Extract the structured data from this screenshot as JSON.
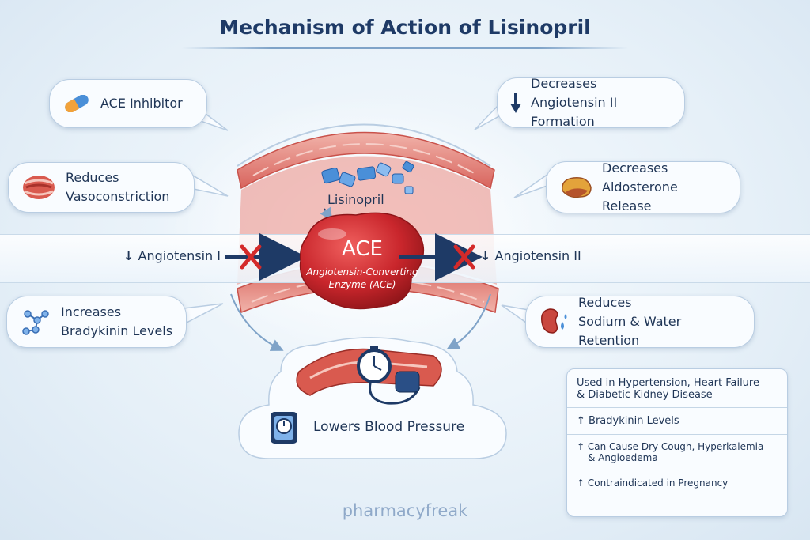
{
  "title": "Mechanism of Action of Lisinopril",
  "bubbles": {
    "ace_inhibitor": "ACE Inhibitor",
    "decreases_angio": {
      "line1": "Decreases",
      "line2": "Angiotensin II Formation"
    },
    "reduces_vaso": {
      "line1": "Reduces",
      "line2": "Vasoconstriction"
    },
    "decreases_aldo": {
      "line1": "Decreases",
      "line2": "Aldosterone Release"
    },
    "increases_brady": {
      "line1": "Increases",
      "line2": "Bradykinin Levels"
    },
    "reduces_sodium": {
      "line1": "Reduces",
      "line2": "Sodium & Water Retention"
    },
    "lowers_bp": "Lowers Blood Pressure"
  },
  "center": {
    "drug_label": "Lisinopril",
    "enzyme_abbrev": "ACE",
    "enzyme_full_line1": "Angiotensin-Converting",
    "enzyme_full_line2": "Enzyme (ACE)"
  },
  "flow": {
    "left_label": "Angiotensin I",
    "right_label": "Angiotensin II",
    "down_arrow": "↓",
    "up_arrow": "↑"
  },
  "side_box": {
    "uses_line1": "Used in Hypertension, Heart Failure",
    "uses_line2": "& Diabetic Kidney Disease",
    "item1": "Bradykinin Levels",
    "item2_line1": "Can Cause Dry Cough, Hyperkalemia",
    "item2_line2": "& Angioedema",
    "item3": "Contraindicated in Pregnancy"
  },
  "footer": "pharmacyfreak",
  "colors": {
    "title": "#1e3a66",
    "ace_red": "#c9262c",
    "vessel": "#e07a72",
    "block_x": "#d42a2a",
    "navy_arrow": "#1e3a66",
    "outline_blue": "#b9cde2"
  }
}
